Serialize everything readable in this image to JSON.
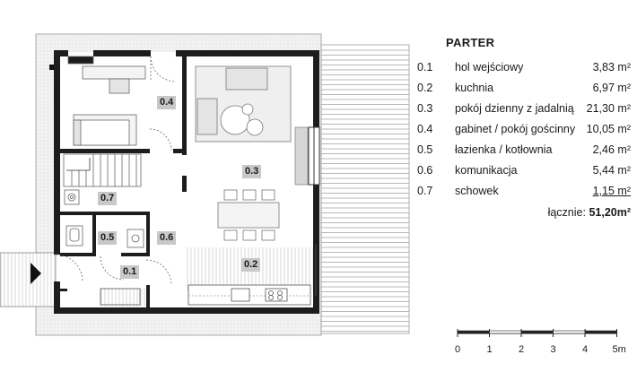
{
  "legend": {
    "title": "PARTER",
    "rows": [
      {
        "num": "0.1",
        "name": "hol wejściowy",
        "area": "3,83 m²"
      },
      {
        "num": "0.2",
        "name": "kuchnia",
        "area": "6,97 m²"
      },
      {
        "num": "0.3",
        "name": "pokój dzienny z jadalnią",
        "area": "21,30 m²"
      },
      {
        "num": "0.4",
        "name": "gabinet / pokój gościnny",
        "area": "10,05 m²"
      },
      {
        "num": "0.5",
        "name": "łazienka / kotłownia",
        "area": "2,46 m²"
      },
      {
        "num": "0.6",
        "name": "komunikacja",
        "area": "5,44 m²"
      },
      {
        "num": "0.7",
        "name": "schowek",
        "area": "1,15 m²"
      }
    ],
    "total_label": "łącznie:",
    "total_value": "51,20m²"
  },
  "rooms": {
    "r01": "0.1",
    "r02": "0.2",
    "r03": "0.3",
    "r04": "0.4",
    "r05": "0.5",
    "r06": "0.6",
    "r07": "0.7"
  },
  "scale": {
    "labels": [
      "0",
      "1",
      "2",
      "3",
      "4",
      "5m"
    ]
  }
}
